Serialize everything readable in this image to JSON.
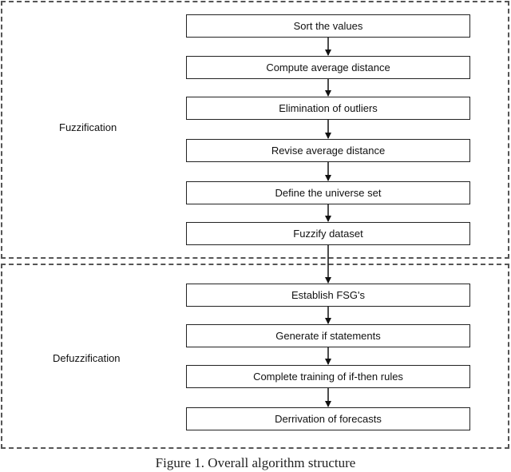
{
  "groups": {
    "fuzzification": "Fuzzification",
    "defuzzification": "Defuzzification"
  },
  "steps": [
    "Sort the values",
    "Compute average distance",
    "Elimination of outliers",
    "Revise average distance",
    "Define the universe set",
    "Fuzzify dataset",
    "Establish FSG's",
    "Generate if statements",
    "Complete training of if-then rules",
    "Derrivation of forecasts"
  ],
  "caption": "Figure 1. Overall algorithm structure"
}
